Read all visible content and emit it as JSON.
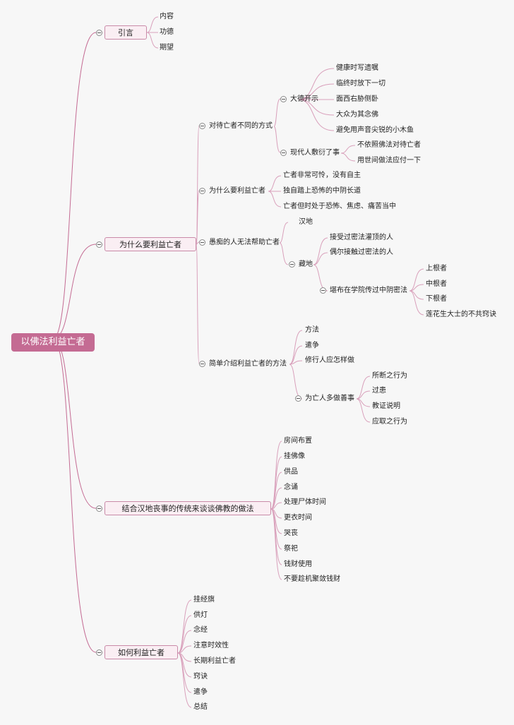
{
  "root": "以佛法利益亡者",
  "branches": {
    "intro": {
      "label": "引言",
      "items": [
        "内容",
        "功德",
        "期望"
      ]
    },
    "why": {
      "label": "为什么要利益亡者",
      "ways": {
        "label": "对待亡者不同的方式",
        "dade": {
          "label": "大德开示",
          "items": [
            "健康时写遗嘱",
            "临终时放下一切",
            "面西右胁侧卧",
            "大众为其念佛",
            "避免用声音尖锐的小木鱼"
          ]
        },
        "modern": {
          "label": "现代人敷衍了事",
          "items": [
            "不依照佛法对待亡者",
            "用世间做法应付一下"
          ]
        }
      },
      "reason": {
        "label": "为什么要利益亡者",
        "items": [
          "亡者非常可怜，没有自主",
          "独自踏上恐怖的中阴长道",
          "亡者但时处于恐怖、焦虑、痛苦当中"
        ]
      },
      "foolish": {
        "label": "愚痴的人无法帮助亡者",
        "han": "汉地",
        "tibet": {
          "label": "藏地",
          "items": [
            "接受过密法灌顶的人",
            "偶尔接触过密法的人"
          ],
          "spread": {
            "label": "堪布在学院传过中阴密法",
            "items": [
              "上根者",
              "中根者",
              "下根者",
              "莲花生大士的不共窍诀"
            ]
          }
        }
      },
      "methods": {
        "label": "简单介绍利益亡者的方法",
        "items": [
          "方法",
          "遣争",
          "修行人应怎样做"
        ],
        "good": {
          "label": "为亡人多做善事",
          "items": [
            "所断之行为",
            "过患",
            "教证说明",
            "应取之行为"
          ]
        }
      }
    },
    "tradition": {
      "label": "结合汉地丧事的传统来谈谈佛教的做法",
      "items": [
        "房间布置",
        "挂佛像",
        "供品",
        "念诵",
        "处理尸体时间",
        "更衣时间",
        "哭丧",
        "祭祀",
        "钱财使用",
        "不要趁机聚敛钱财"
      ]
    },
    "how": {
      "label": "如何利益亡者",
      "items": [
        "挂经旗",
        "供灯",
        "念经",
        "注意时效性",
        "长期利益亡者",
        "窍诀",
        "遣争",
        "总结"
      ]
    }
  }
}
